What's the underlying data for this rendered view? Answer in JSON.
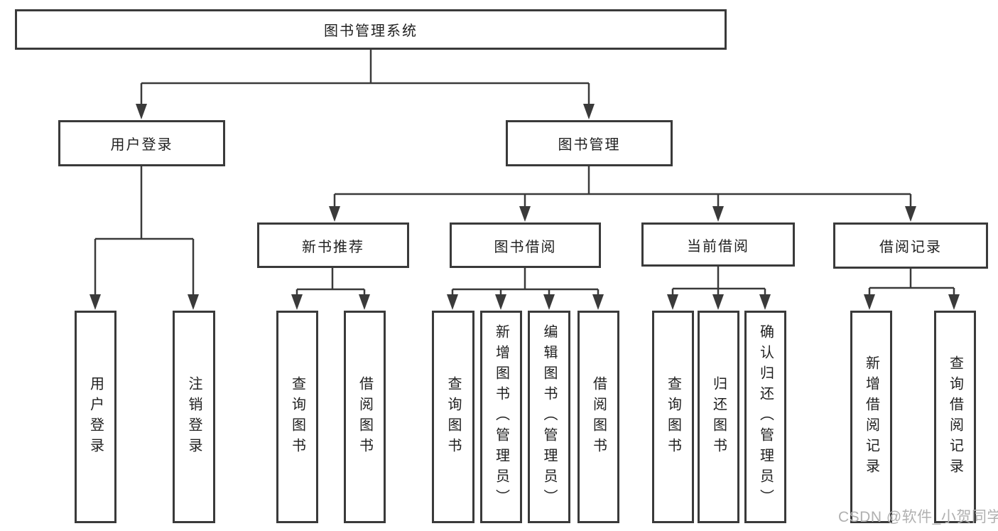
{
  "diagram": {
    "type": "hierarchy-tree",
    "title": "图书管理系统",
    "colors": {
      "background": "#ffffff",
      "line": "#3a3a3a",
      "text": "#212121",
      "watermark": "#b0b0b0"
    },
    "nodes": {
      "root": "图书管理系统",
      "user_login": "用户登录",
      "book_mgmt": "图书管理",
      "new_book_rec": "新书推荐",
      "book_borrow": "图书借阅",
      "current_borrow": "当前借阅",
      "borrow_record": "借阅记录",
      "user_login_action": "用户登录",
      "logout_action": "注销登录",
      "nbr_query_book": "查询图书",
      "nbr_borrow_book": "借阅图书",
      "bb_query_book": "查询图书",
      "bb_add_book": "新增图书（管理员）",
      "bb_edit_book": "编辑图书（管理员）",
      "bb_borrow_book": "借阅图书",
      "cb_query_book": "查询图书",
      "cb_return_book": "归还图书",
      "cb_confirm_return": "确认归还（管理员）",
      "br_add_record": "新增借阅记录",
      "br_query_record": "查询借阅记录"
    },
    "edges": [
      {
        "from": "root",
        "to": [
          "user_login",
          "book_mgmt"
        ]
      },
      {
        "from": "user_login",
        "to": [
          "user_login_action",
          "logout_action"
        ]
      },
      {
        "from": "book_mgmt",
        "to": [
          "new_book_rec",
          "book_borrow",
          "current_borrow",
          "borrow_record"
        ]
      },
      {
        "from": "new_book_rec",
        "to": [
          "nbr_query_book",
          "nbr_borrow_book"
        ]
      },
      {
        "from": "book_borrow",
        "to": [
          "bb_query_book",
          "bb_add_book",
          "bb_edit_book",
          "bb_borrow_book"
        ]
      },
      {
        "from": "current_borrow",
        "to": [
          "cb_query_book",
          "cb_return_book",
          "cb_confirm_return"
        ]
      },
      {
        "from": "borrow_record",
        "to": [
          "br_add_record",
          "br_query_record"
        ]
      }
    ],
    "watermark": {
      "text": "CSDN @软件_小贺同学"
    }
  }
}
